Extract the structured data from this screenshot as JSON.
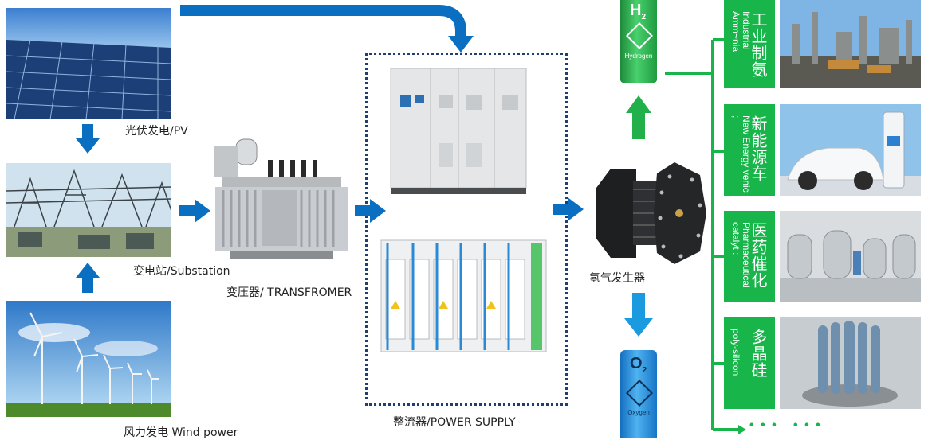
{
  "sources": {
    "pv_label": "光伏发电/PV",
    "substation_label": "变电站/Substation",
    "wind_label": "风力发电 Wind power"
  },
  "transformer": {
    "label": "变压器/ TRANSFROMER"
  },
  "power_supply": {
    "label": "整流器/POWER SUPPLY"
  },
  "generator": {
    "label": "氢气发生器"
  },
  "cylinders": {
    "hydrogen": {
      "formula": "H",
      "sub": "2",
      "name": "Hydrogen"
    },
    "oxygen": {
      "formula": "O",
      "sub": "2",
      "name": "Oxygen"
    }
  },
  "applications": [
    {
      "zh": "工业制氨",
      "en": "Industrial Amm~nia"
    },
    {
      "zh": "新能源车",
      "en": "New Energy vehic ;"
    },
    {
      "zh": "医药催化",
      "en": "Pharmaceutical catalyt :"
    },
    {
      "zh": "多晶硅",
      "en": "poly-silicon"
    }
  ],
  "more": "• • •   • • •",
  "colors": {
    "arrow_blue": "#0b6fc1",
    "arrow_green": "#22b04b",
    "oxygen_arrow": "#1a9be0",
    "tile_green": "#18b54a",
    "dotted_border": "#1f3f73"
  }
}
